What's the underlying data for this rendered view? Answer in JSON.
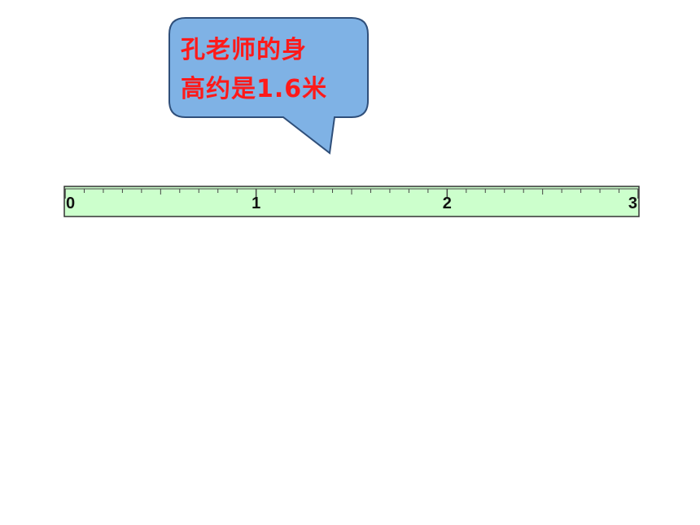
{
  "speech_bubble": {
    "line1": "孔老师的身",
    "line2": "高约是1.6米",
    "fill": "#7fb2e5",
    "stroke": "#2f4f7a",
    "text_color": "#ff1a1a"
  },
  "ruler": {
    "fill": "#ccffcc",
    "stroke": "#333333",
    "min": 0,
    "max": 3,
    "minor_divisions_per_unit": 10,
    "labels": [
      "0",
      "1",
      "2",
      "3"
    ]
  }
}
